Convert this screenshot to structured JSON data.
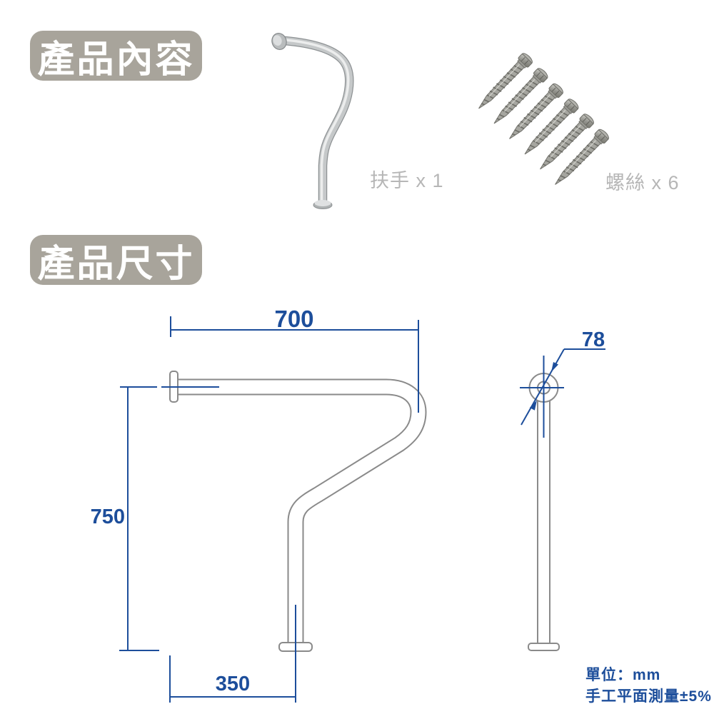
{
  "colors": {
    "badge_bg": "#a8a49b",
    "badge_text": "#ffffff",
    "dim_blue": "#1d4e9b",
    "drawing_gray": "#8a8a8a",
    "caption_gray": "#b6b6b6",
    "page_bg": "#ffffff"
  },
  "contents_section": {
    "title": "產品內容",
    "handrail_label": "扶手 x 1",
    "screws_label": "螺絲 x 6"
  },
  "dimensions_section": {
    "title": "產品尺寸",
    "front_view": {
      "top_width_mm": "700",
      "height_mm": "750",
      "bottom_width_mm": "350"
    },
    "side_view": {
      "flange_diameter_mm": "78"
    },
    "notes": {
      "unit": "單位：mm",
      "tolerance": "手工平面測量±5%"
    }
  }
}
